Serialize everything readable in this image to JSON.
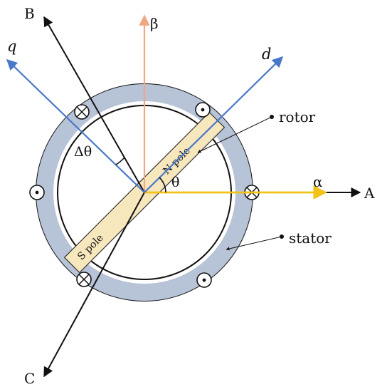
{
  "axes": {
    "A": "A",
    "B": "B",
    "C": "C",
    "alpha": "α",
    "beta": "β",
    "d": "d",
    "q": "q"
  },
  "angles": {
    "theta": "θ",
    "delta_theta": "Δθ"
  },
  "parts": {
    "rotor": "rotor",
    "stator": "stator",
    "n_pole": "N pole",
    "s_pole": "S pole"
  },
  "colors": {
    "abc_axes": "#111111",
    "alpha_axis": "#f2c218",
    "beta_axis": "#f0a882",
    "dq_axes": "#4a78c8",
    "stator_fill": "#b7c3d6",
    "magnet_fill": "#f7e7bd"
  },
  "windings": [
    {
      "name": "winding-dot-top",
      "symbol": "dot"
    },
    {
      "name": "winding-cross-top-left",
      "symbol": "cross"
    },
    {
      "name": "winding-dot-left",
      "symbol": "dot"
    },
    {
      "name": "winding-cross-bottom-left",
      "symbol": "cross"
    },
    {
      "name": "winding-dot-bottom-right",
      "symbol": "dot"
    },
    {
      "name": "winding-cross-right",
      "symbol": "cross"
    }
  ]
}
